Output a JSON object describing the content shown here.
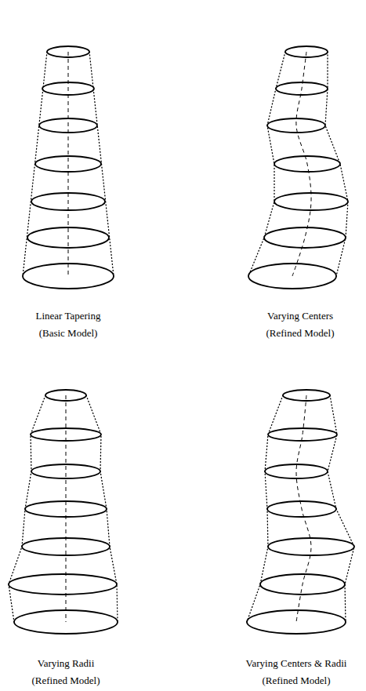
{
  "diagram": {
    "labels": [
      "Linear Tapering",
      "(Basic Model)",
      "Varying Centers",
      "(Refined Model)",
      "Varying Radii",
      "(Refined Model)",
      "Varying Centers & Radii",
      "(Refined Model)"
    ]
  }
}
